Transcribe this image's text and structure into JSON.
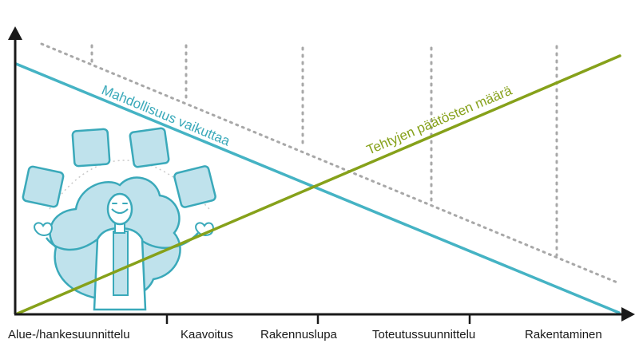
{
  "phases": [
    "Alue-/hankesuunnittelu",
    "Kaavoitus",
    "Rakennuslupa",
    "Toteutussuunnittelu",
    "Rakentaminen"
  ],
  "lines": {
    "influence_label": "Mahdollisuus vaikuttaa",
    "decisions_label": "Tehtyjen päätösten määrä"
  },
  "colors": {
    "influence": "#45b3c4",
    "decisions": "#86a11a",
    "dotted": "#a8a8a8",
    "axis": "#1a1a1a",
    "illustration_fill": "#bfe2ec",
    "illustration_stroke": "#3aa9ba"
  },
  "illustration": {
    "subject": "person-juggling-boxes-icon",
    "box_icon": "box-icon"
  }
}
